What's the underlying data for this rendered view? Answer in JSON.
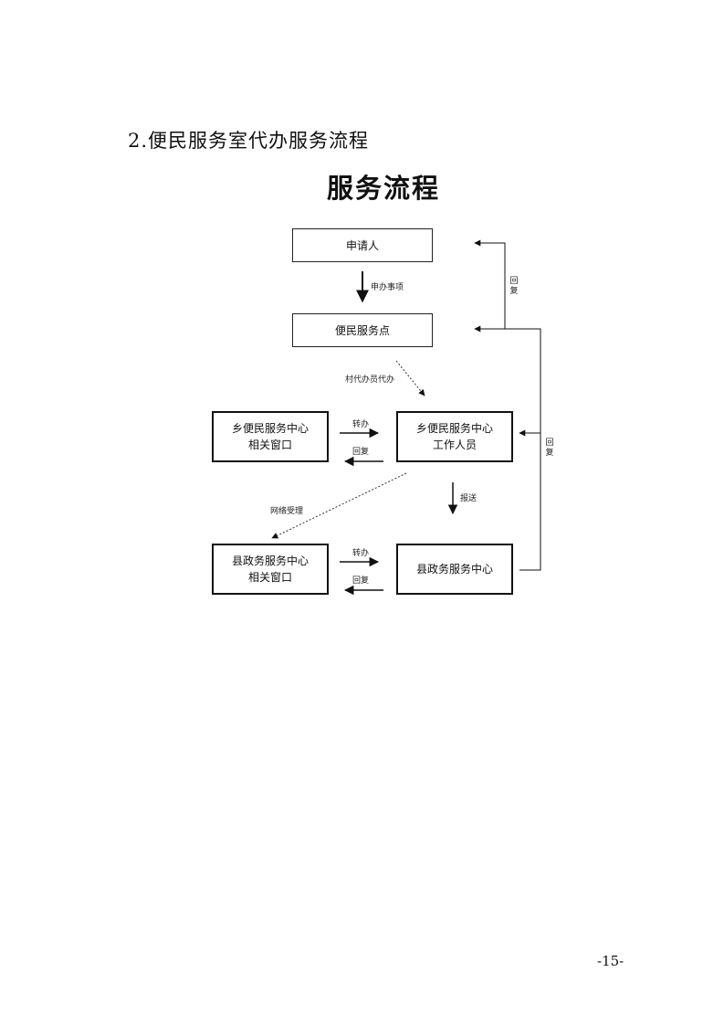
{
  "heading": "2.便民服务室代办服务流程",
  "diagram": {
    "title": "服务流程",
    "nodes": {
      "applicant": "申请人",
      "service_point": "便民服务点",
      "town_window_line1": "乡便民服务中心",
      "town_window_line2": "相关窗口",
      "town_staff_line1": "乡便民服务中心",
      "town_staff_line2": "工作人员",
      "county_window_line1": "县政务服务中心",
      "county_window_line2": "相关窗口",
      "county_center": "县政务服务中心"
    },
    "edge_labels": {
      "apply": "申办事项",
      "village_submit": "村代办员代办",
      "transfer_top": "转办",
      "reply_top": "回复",
      "report": "报送",
      "online_transfer": "网络受理",
      "transfer_bottom": "转办",
      "reply_bottom": "回复",
      "reply_right_1": "回复",
      "reply_right_2": "回复"
    }
  },
  "page_number": "-15-"
}
